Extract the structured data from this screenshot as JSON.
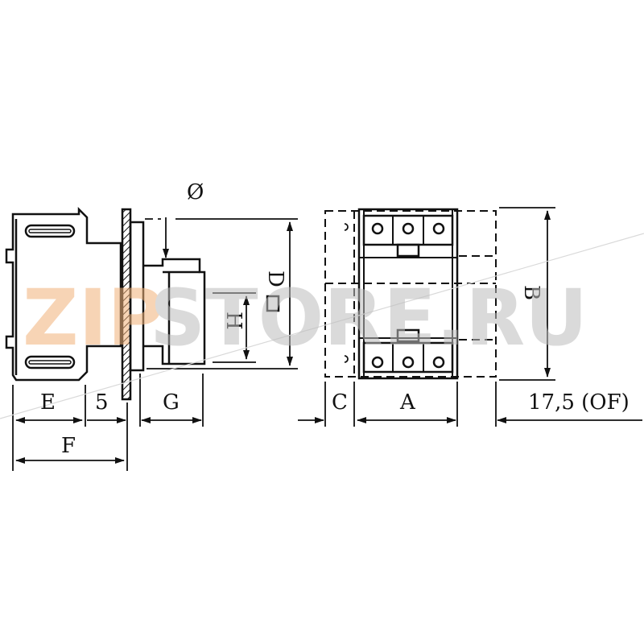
{
  "diagram": {
    "labels": {
      "diameter": "Ø",
      "D": "D",
      "H": "H",
      "E": "E",
      "five": "5",
      "G": "G",
      "F": "F",
      "C": "C",
      "A": "A",
      "B": "B",
      "OF": "17,5 (OF)"
    },
    "colors": {
      "line": "#111111",
      "watermark_orange": "#f2b27a",
      "watermark_gray": "#c8c8c8"
    }
  },
  "watermark": {
    "prefix": "ZIP",
    "suffix": "STORE.RU"
  }
}
